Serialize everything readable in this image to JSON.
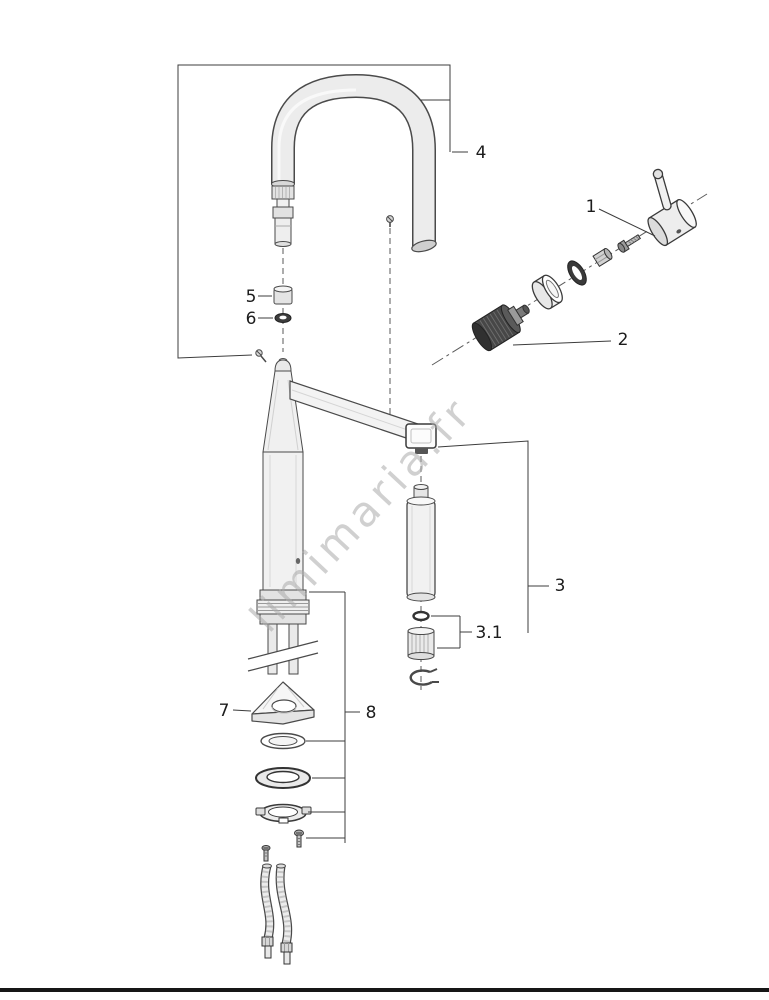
{
  "page": {
    "background": "#ffffff",
    "footer_bar_color": "#161616"
  },
  "watermark": {
    "text": "limimaria.fr",
    "color": "#ababab"
  },
  "parts": {
    "labels": {
      "part1": "1",
      "part2": "2",
      "part3": "3",
      "part3_1": "3.1",
      "part4": "4",
      "part5": "5",
      "part6": "6",
      "part7": "7",
      "part8": "8"
    }
  },
  "colors": {
    "line": "#3c3c3c",
    "fill_light": "#f1f1f1",
    "fill_dark": "#474747"
  }
}
